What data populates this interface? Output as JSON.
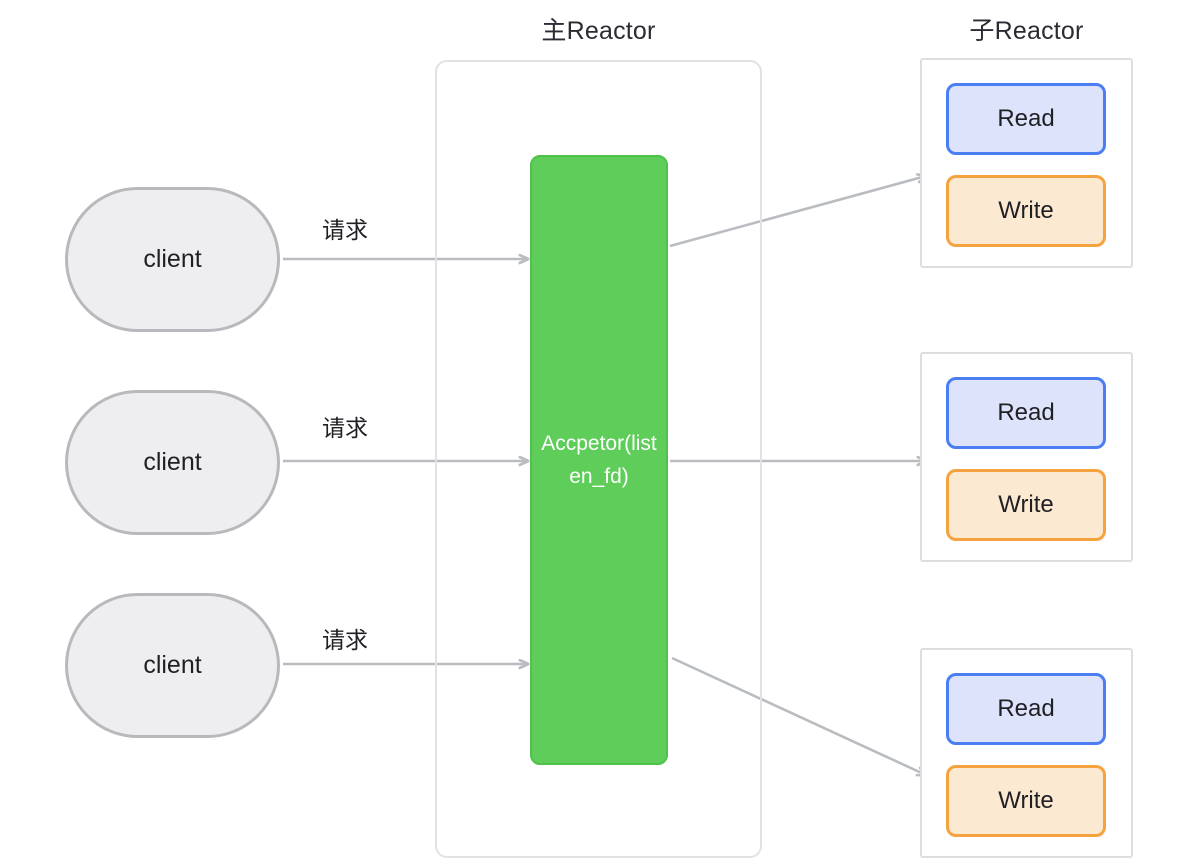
{
  "diagram": {
    "title_main": "主Reactor",
    "title_sub": "子Reactor",
    "acceptor_label": "Accpetor(listen_fd)",
    "colors": {
      "acceptor_fill": "#5ecd5a",
      "acceptor_border": "#4fc24b",
      "read_fill": "#dde3fa",
      "read_border": "#4a7ef2",
      "write_fill": "#fce9d1",
      "write_border": "#f5a33f",
      "client_fill": "#eeeef0",
      "client_border": "#b8b8bd",
      "container_border": "#e2e2e4",
      "arrow": "#b9bcc0",
      "text": "#1f1f24",
      "acceptor_text": "#ffffff"
    },
    "clients": [
      {
        "label": "client",
        "edge_label": "请求"
      },
      {
        "label": "client",
        "edge_label": "请求"
      },
      {
        "label": "client",
        "edge_label": "请求"
      }
    ],
    "subreactors": [
      {
        "read_label": "Read",
        "write_label": "Write"
      },
      {
        "read_label": "Read",
        "write_label": "Write"
      },
      {
        "read_label": "Read",
        "write_label": "Write"
      }
    ],
    "edges": [
      {
        "from": "client-1",
        "to": "acceptor",
        "label": "请求",
        "kind": "arrow-right"
      },
      {
        "from": "client-2",
        "to": "acceptor",
        "label": "请求",
        "kind": "arrow-right"
      },
      {
        "from": "client-3",
        "to": "acceptor",
        "label": "请求",
        "kind": "arrow-right"
      },
      {
        "from": "acceptor",
        "to": "subreactor-1",
        "label": "",
        "kind": "arrow-diagonal-up"
      },
      {
        "from": "acceptor",
        "to": "subreactor-2",
        "label": "",
        "kind": "arrow-right"
      },
      {
        "from": "acceptor",
        "to": "subreactor-3",
        "label": "",
        "kind": "arrow-diagonal-down"
      }
    ]
  }
}
